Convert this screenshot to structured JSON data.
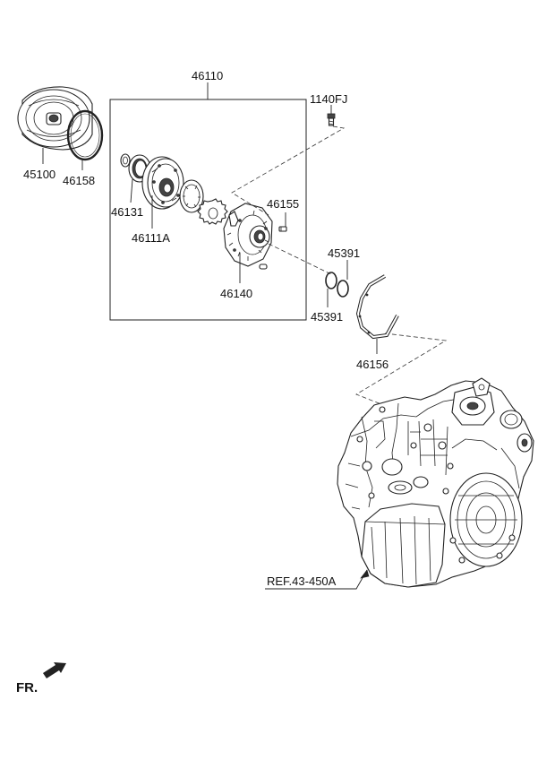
{
  "labels": {
    "p46110": "46110",
    "p1140FJ": "1140FJ",
    "p45100": "45100",
    "p46158": "46158",
    "p46131": "46131",
    "p46111A": "46111A",
    "p46155": "46155",
    "p45391_top": "45391",
    "p45391_bottom": "45391",
    "p46140": "46140",
    "p46156": "46156",
    "ref": "REF.43-450A",
    "fr": "FR."
  }
}
